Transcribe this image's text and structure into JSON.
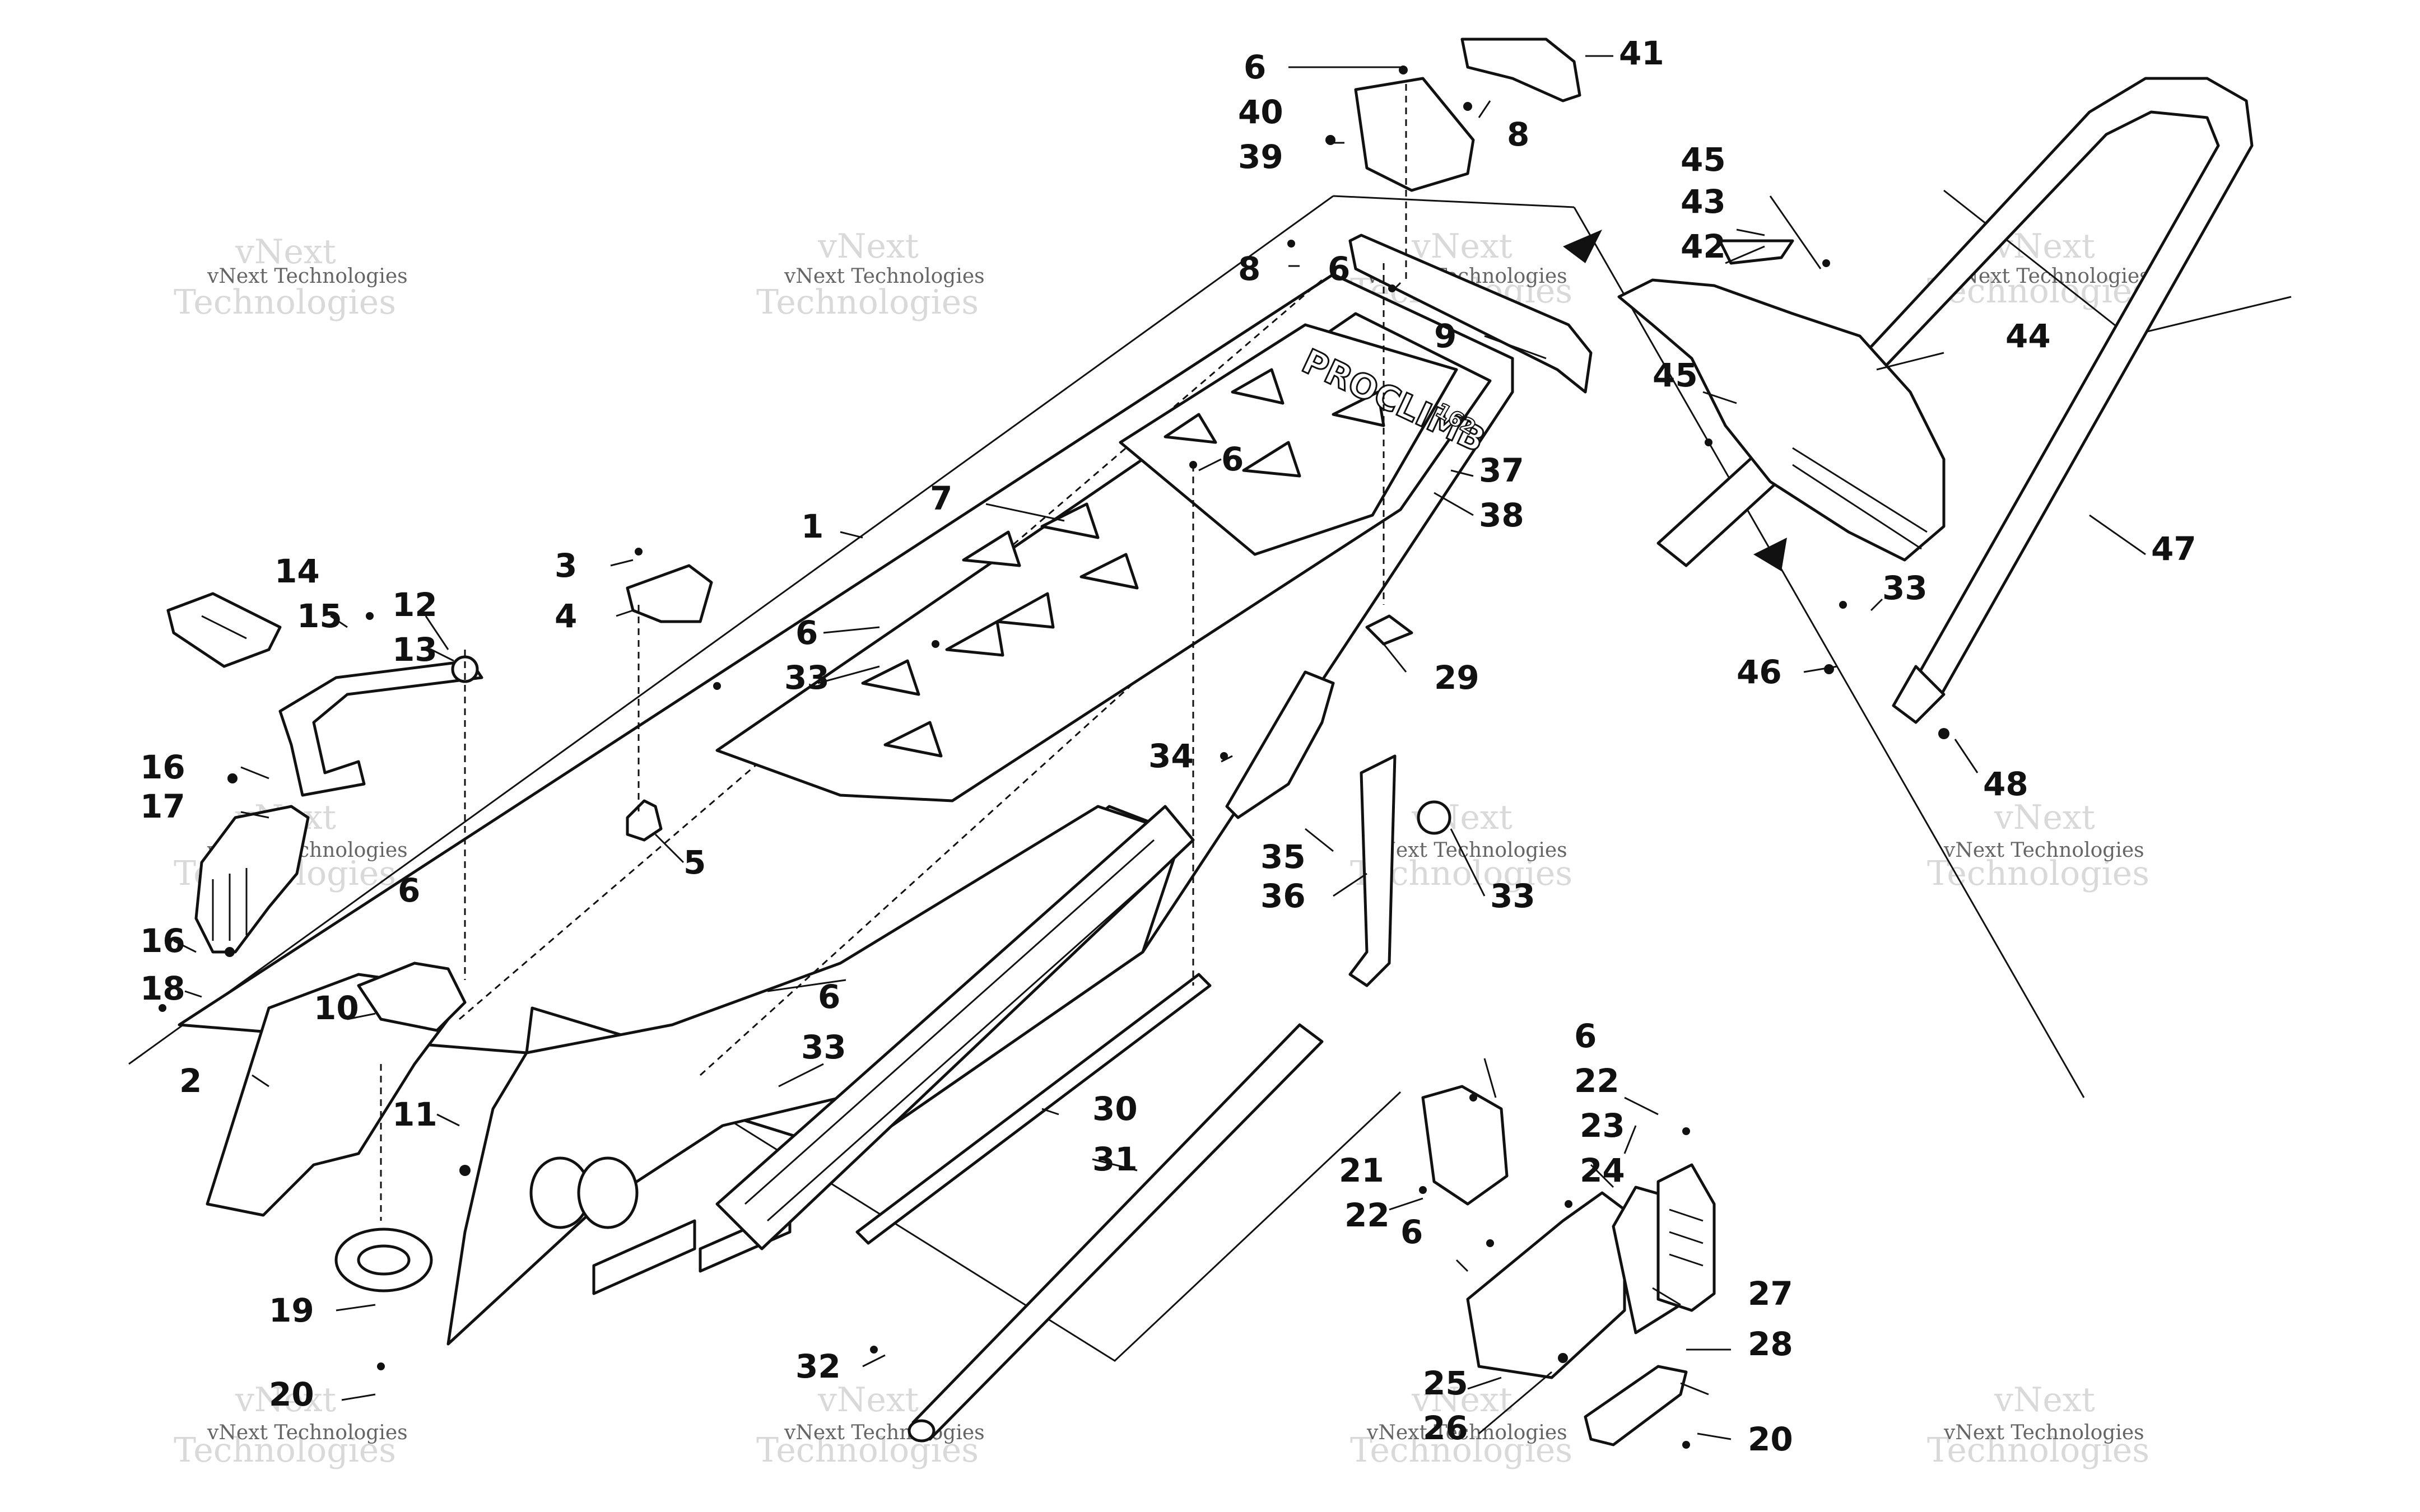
{
  "watermark": {
    "line1": "vNext",
    "line2": "Technologies",
    "small": "vNext Technologies"
  },
  "rail_text": {
    "brand": "PROCLIMB",
    "badge": "162"
  },
  "callouts": [
    {
      "n": "1"
    },
    {
      "n": "2"
    },
    {
      "n": "3"
    },
    {
      "n": "4"
    },
    {
      "n": "5"
    },
    {
      "n": "6"
    },
    {
      "n": "6"
    },
    {
      "n": "6"
    },
    {
      "n": "6"
    },
    {
      "n": "6"
    },
    {
      "n": "6"
    },
    {
      "n": "6"
    },
    {
      "n": "6"
    },
    {
      "n": "7"
    },
    {
      "n": "8"
    },
    {
      "n": "8"
    },
    {
      "n": "9"
    },
    {
      "n": "10"
    },
    {
      "n": "11"
    },
    {
      "n": "12"
    },
    {
      "n": "13"
    },
    {
      "n": "14"
    },
    {
      "n": "15"
    },
    {
      "n": "16"
    },
    {
      "n": "16"
    },
    {
      "n": "17"
    },
    {
      "n": "18"
    },
    {
      "n": "19"
    },
    {
      "n": "20"
    },
    {
      "n": "20"
    },
    {
      "n": "21"
    },
    {
      "n": "22"
    },
    {
      "n": "22"
    },
    {
      "n": "23"
    },
    {
      "n": "24"
    },
    {
      "n": "25"
    },
    {
      "n": "26"
    },
    {
      "n": "27"
    },
    {
      "n": "28"
    },
    {
      "n": "29"
    },
    {
      "n": "30"
    },
    {
      "n": "31"
    },
    {
      "n": "32"
    },
    {
      "n": "33"
    },
    {
      "n": "33"
    },
    {
      "n": "33"
    },
    {
      "n": "33"
    },
    {
      "n": "34"
    },
    {
      "n": "35"
    },
    {
      "n": "36"
    },
    {
      "n": "37"
    },
    {
      "n": "38"
    },
    {
      "n": "39"
    },
    {
      "n": "40"
    },
    {
      "n": "41"
    },
    {
      "n": "42"
    },
    {
      "n": "43"
    },
    {
      "n": "44"
    },
    {
      "n": "45"
    },
    {
      "n": "45"
    },
    {
      "n": "46"
    },
    {
      "n": "47"
    },
    {
      "n": "48"
    }
  ]
}
